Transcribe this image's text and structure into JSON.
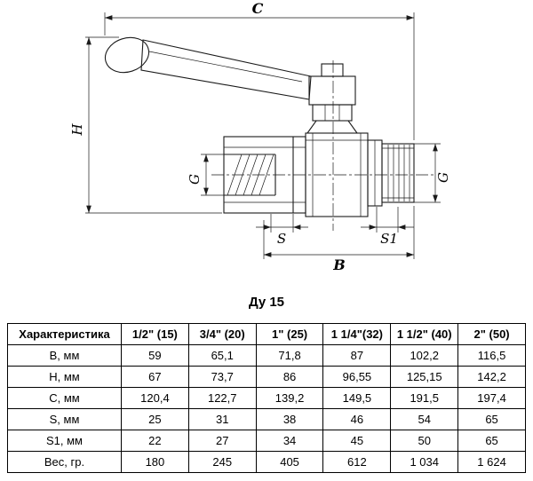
{
  "drawing": {
    "labels": {
      "c": "C",
      "h": "H",
      "g_left": "G",
      "g_right": "G",
      "s": "S",
      "s1": "S1",
      "b": "B"
    }
  },
  "caption": "Ду 15",
  "table": {
    "headers": [
      "Характеристика",
      "1/2\" (15)",
      "3/4\" (20)",
      "1\" (25)",
      "1 1/4\"(32)",
      "1 1/2\" (40)",
      "2\" (50)"
    ],
    "rows": [
      [
        "В, мм",
        "59",
        "65,1",
        "71,8",
        "87",
        "102,2",
        "116,5"
      ],
      [
        "Н, мм",
        "67",
        "73,7",
        "86",
        "96,55",
        "125,15",
        "142,2"
      ],
      [
        "С, мм",
        "120,4",
        "122,7",
        "139,2",
        "149,5",
        "191,5",
        "197,4"
      ],
      [
        "S, мм",
        "25",
        "31",
        "38",
        "46",
        "54",
        "65"
      ],
      [
        "S1, мм",
        "22",
        "27",
        "34",
        "45",
        "50",
        "65"
      ],
      [
        "Вес, гр.",
        "180",
        "245",
        "405",
        "612",
        "1 034",
        "1 624"
      ]
    ]
  }
}
